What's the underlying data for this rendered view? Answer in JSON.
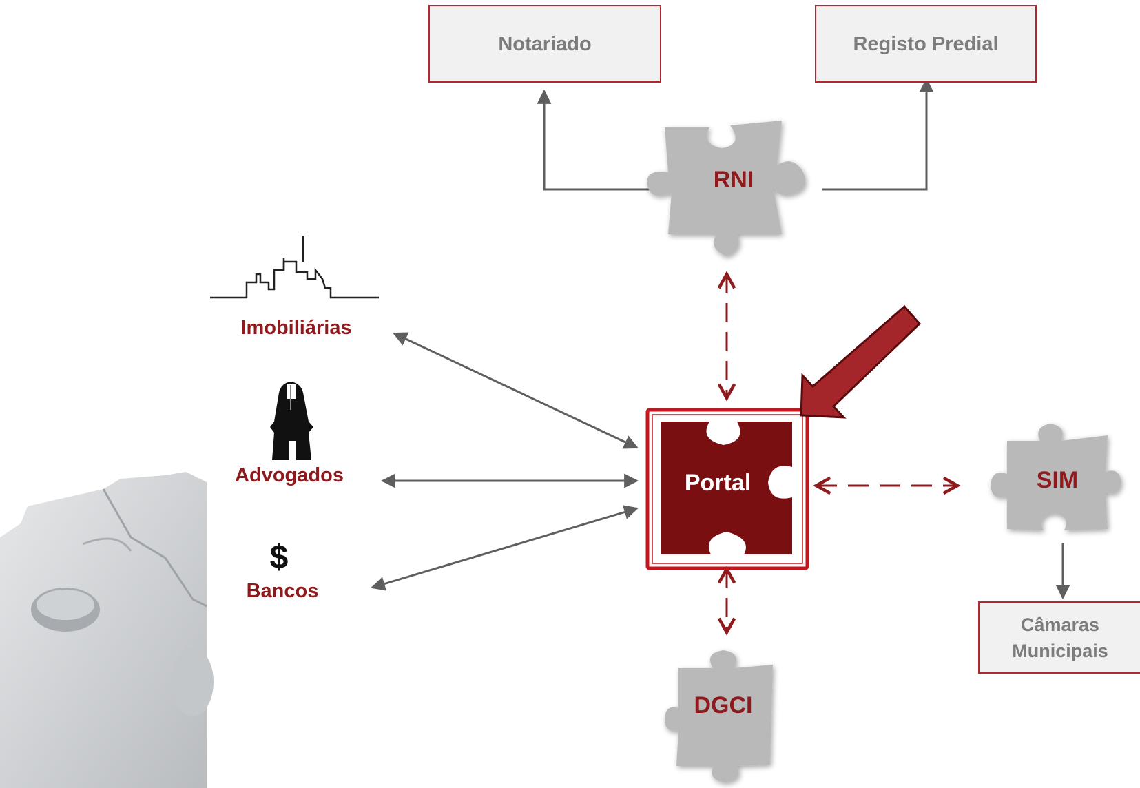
{
  "nodes": {
    "notariado": "Notariado",
    "registo_predial": "Registo Predial",
    "rni": "RNI",
    "portal": "Portal",
    "sim": "SIM",
    "dgci": "DGCI",
    "camaras_line1": "Câmaras",
    "camaras_line2": "Municipais"
  },
  "actors": {
    "imobiliarias": "Imobiliárias",
    "advogados": "Advogados",
    "bancos": "Bancos",
    "bancos_symbol": "$"
  },
  "colors": {
    "accent": "#8e1a1d",
    "portal_fill": "#7a0f12",
    "piece_grey": "#b9b9b9",
    "box_border": "#b3262d",
    "box_fill": "#f1f1f1",
    "arrow_grey": "#5f5f5f"
  },
  "icons": [
    "puzzle-piece-icon",
    "skyline-icon",
    "lawyer-robe-icon",
    "dollar-icon",
    "pointer-arrow-icon"
  ]
}
